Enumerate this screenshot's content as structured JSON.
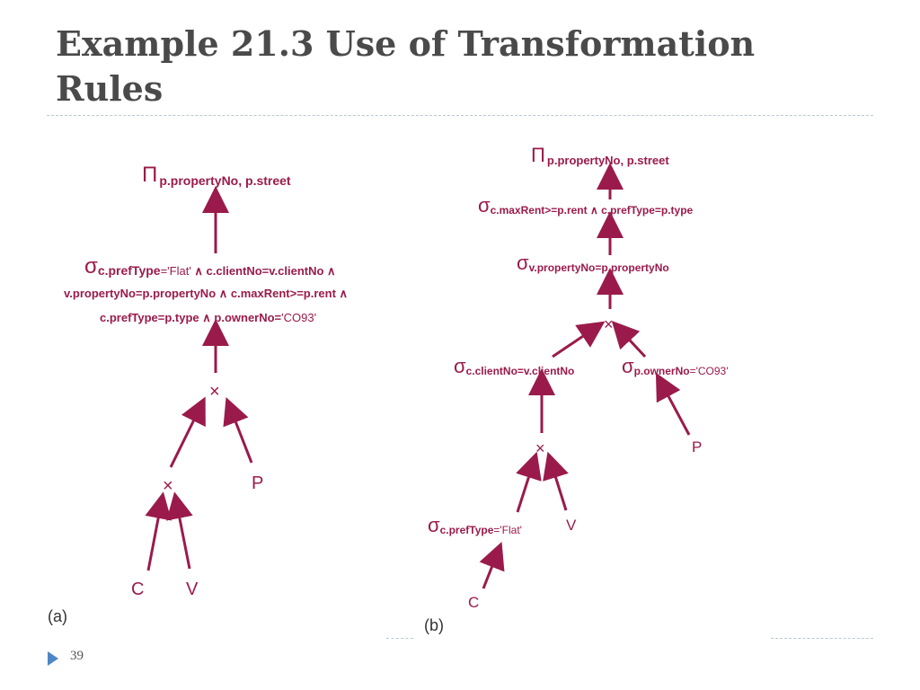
{
  "slide": {
    "title": "Example 21.3 Use of Transformation Rules",
    "page_number": "39"
  },
  "tree_a": {
    "panel_label": "(a)",
    "projection": {
      "symbol": "Π",
      "attrs": "p.propertyNo, p.street"
    },
    "selection": {
      "symbol": "σ",
      "line1_sub_a": "c.prefType",
      "line1_sub_b": "='Flat' ",
      "line1_rest": "∧ c.clientNo=v.clientNo ∧",
      "line2": "v.propertyNo=p.propertyNo ∧ c.maxRent>=p.rent ∧",
      "line3_a": "c.prefType=p.type ∧ p.ownerNo=",
      "line3_b": "'CO93'"
    },
    "product_upper": "×",
    "product_lower": "×",
    "leaf_c": "C",
    "leaf_v": "V",
    "leaf_p": "P"
  },
  "tree_b": {
    "panel_label": "(b)",
    "projection": {
      "symbol": "Π",
      "attrs": "p.propertyNo, p.street"
    },
    "sel_maxrent": {
      "symbol": "σ",
      "cond": "c.maxRent>=p.rent ∧ c.prefType=p.type"
    },
    "sel_propno": {
      "symbol": "σ",
      "cond": "v.propertyNo=p.propertyNo"
    },
    "product_top": "×",
    "sel_client": {
      "symbol": "σ",
      "cond": "c.clientNo=v.clientNo"
    },
    "sel_owner": {
      "symbol": "σ",
      "cond_a": "p.ownerNo",
      "cond_b": "='CO93'"
    },
    "product_mid": "×",
    "leaf_p": "P",
    "sel_preftype": {
      "symbol": "σ",
      "cond_a": "c.prefType",
      "cond_b": "='Flat'"
    },
    "leaf_v": "V",
    "leaf_c": "C"
  },
  "colors": {
    "label": "#9a1b4b",
    "arrow": "#9a1b4b",
    "title": "#4a4a4a",
    "marker": "#4f86c6"
  }
}
